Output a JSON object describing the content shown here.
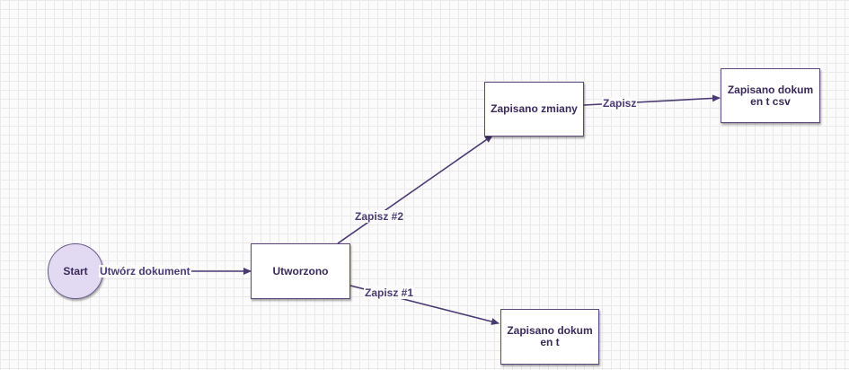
{
  "diagram": {
    "colors": {
      "line": "#4a3a72",
      "start_fill": "#e2d9f3",
      "node_border": "#5a4a7a",
      "text": "#3a2a5a"
    },
    "start_label": "Start",
    "nodes": {
      "utworzono": "Utworzono",
      "zapisano_zmiany": "Zapisano zmiany",
      "zapisano_dokument_csv": "Zapisano dokumen t csv",
      "zapisano_dokument": "Zapisano dokumen t"
    },
    "edges": {
      "utworz_dokument": "Utwórz dokument",
      "zapisz_2": "Zapisz #2",
      "zapisz": "Zapisz",
      "zapisz_1": "Zapisz #1"
    }
  }
}
